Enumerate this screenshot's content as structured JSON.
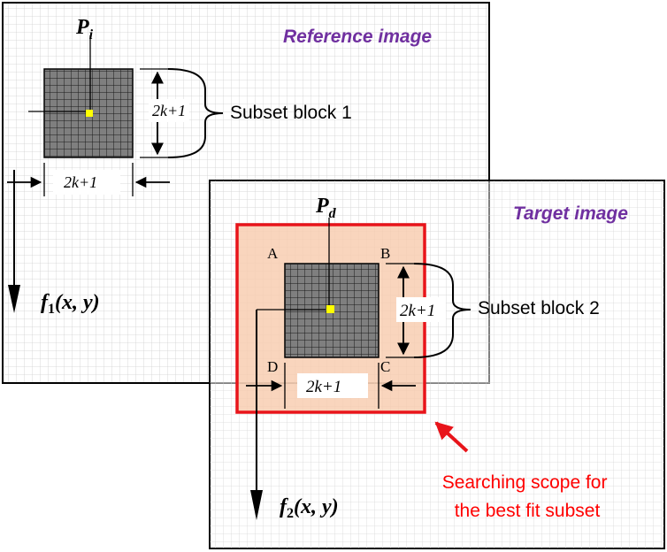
{
  "reference_image": {
    "title": "Reference image",
    "point_label_main": "P",
    "point_label_sub": "i",
    "block_label": "Subset block 1",
    "dim_vertical": "2k+1",
    "dim_horizontal": "2k+1",
    "axis_label_main": "f",
    "axis_label_sub": "1",
    "axis_label_args": "(x, y)"
  },
  "target_image": {
    "title": "Target image",
    "point_label_main": "P",
    "point_label_sub": "d",
    "block_label": "Subset block 2",
    "dim_vertical": "2k+1",
    "dim_horizontal": "2k+1",
    "corner_a": "A",
    "corner_b": "B",
    "corner_c": "C",
    "corner_d": "D",
    "axis_label_main": "f",
    "axis_label_sub": "2",
    "axis_label_args": "(x, y)"
  },
  "search_scope": {
    "line1": "Searching scope for",
    "line2": "the best fit subset"
  },
  "colors": {
    "title": "#7030a0",
    "search_border": "#e8141a",
    "search_fill": "#f8cbad",
    "search_text": "#ff0000",
    "block_fill": "#7f7f7f",
    "center_point": "#ffff00",
    "grid_line": "#d0d0d0"
  }
}
